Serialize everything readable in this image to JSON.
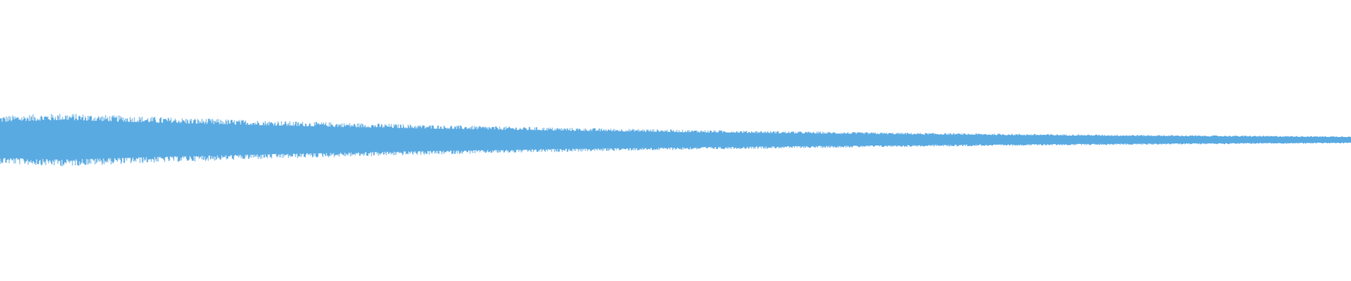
{
  "waveform": {
    "color": "#5aaae2",
    "background": "#ffffff",
    "shape": "audio-waveform-decaying",
    "envelope": {
      "peak_amplitude_fraction": 0.19,
      "end_amplitude_fraction": 0.02
    }
  }
}
